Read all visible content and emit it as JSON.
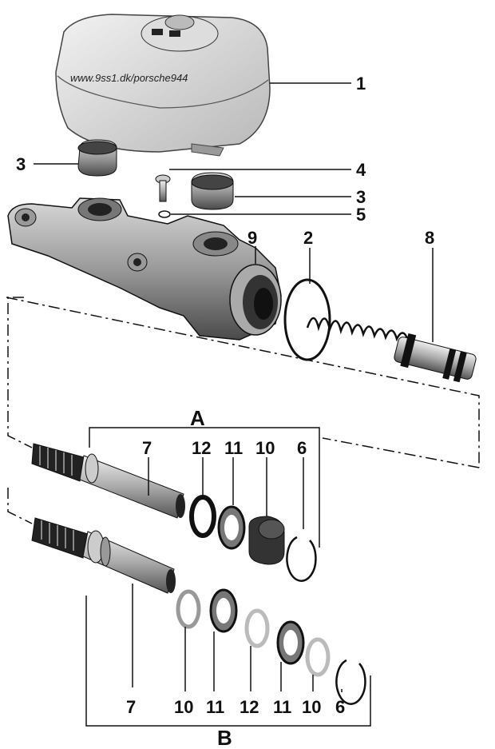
{
  "watermark": "www.9ss1.dk/porsche944",
  "labels": {
    "c1": "1",
    "c2": "2",
    "c3a": "3",
    "c3b": "3",
    "c4": "4",
    "c5": "5",
    "c8": "8",
    "c9": "9",
    "groupA": "A",
    "groupB": "B",
    "a7": "7",
    "a12": "12",
    "a11": "11",
    "a10": "10",
    "a6": "6",
    "b7": "7",
    "b10a": "10",
    "b11a": "11",
    "b12": "12",
    "b11b": "11",
    "b10b": "10",
    "b6": "6"
  }
}
